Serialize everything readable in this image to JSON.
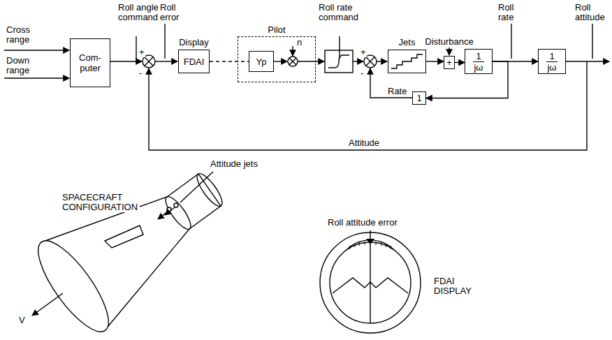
{
  "diagram": {
    "nodes": [
      {
        "text": [
          "Com- puter"
        ]
      },
      {
        "text": [
          "Display",
          "FDAI"
        ]
      },
      {
        "text": [
          "Pilot"
        ]
      },
      {
        "text": [
          "Yp"
        ],
        "in": 2
      },
      {
        "text": [
          "Jets"
        ]
      },
      {
        "text": [
          "Disturbance",
          "+"
        ]
      },
      {
        "text": [
          "1",
          "jω"
        ]
      },
      {
        "text": [
          "1",
          "jω"
        ]
      },
      {
        "text": [
          "1"
        ]
      }
    ],
    "edges": [
      {
        "from": 1,
        "to": 3,
        "arrow": "none"
      },
      {
        "from": 4,
        "to": 5,
        "arrow": "to"
      },
      {
        "from": 5,
        "to": 6,
        "arrow": "to"
      },
      {
        "from": 6,
        "to": 7,
        "arrow": "to"
      },
      {
        "from": 6,
        "to": 8,
        "arrow": "to"
      }
    ],
    "labels": [
      "Cross range",
      "Down range",
      "Roll angle command",
      "Roll error",
      "Roll rate command",
      "Roll rate",
      "Roll attitude",
      "Rate",
      "Attitude",
      "n",
      "+",
      "-",
      "+",
      "-",
      "SPACECRAFT CONFIGURATION",
      "Attitude jets",
      "Roll attitude error",
      "FDAI DISPLAY",
      "V"
    ]
  }
}
